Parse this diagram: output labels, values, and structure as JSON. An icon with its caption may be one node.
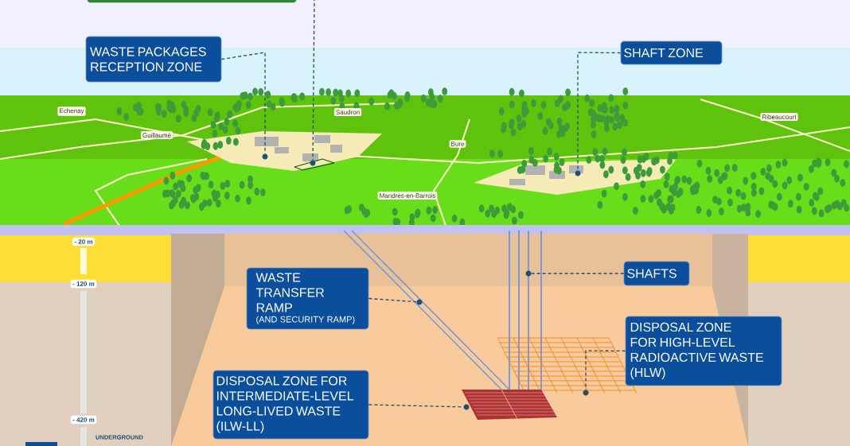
{
  "diagram": {
    "nodes": [
      {
        "text": [],
        "shape": "box"
      },
      {
        "text": [
          "WASTE PACKAGES RECEPTION ZONE"
        ]
      },
      {
        "text": [],
        "shape": "circle"
      },
      {
        "text": [],
        "shape": "circle"
      },
      {
        "text": [
          "SHAFT ZONE"
        ]
      },
      {
        "text": [],
        "shape": "circle"
      },
      {
        "text": [
          "WASTE TRANSFER RAMP",
          "(AND SECURITY RAMP)"
        ]
      },
      {
        "text": [],
        "shape": "circle"
      },
      {
        "text": [
          "SHAFTS"
        ]
      },
      {
        "text": [],
        "shape": "circle"
      },
      {
        "text": [
          "DISPOSAL ZONE FOR HIGH-LEVEL RADIOACTIVE WASTE (HLW)"
        ]
      },
      {
        "text": [],
        "shape": "circle"
      },
      {
        "text": [
          "DISPOSAL ZONE FOR INTERMEDIATE-LEVEL LONG-LIVED WASTE (ILW-LL)"
        ]
      },
      {
        "text": [],
        "shape": "circle"
      }
    ],
    "edges": [
      {
        "from": 1,
        "to": 2,
        "arrow": "none",
        "style": "dashed"
      },
      {
        "from": null,
        "to": 3,
        "arrow": "none",
        "style": "dashed"
      },
      {
        "from": 4,
        "to": 5,
        "arrow": "none",
        "style": "dashed"
      },
      {
        "from": 6,
        "to": 7,
        "arrow": "none",
        "style": "dashed"
      },
      {
        "from": 8,
        "to": 9,
        "arrow": "none",
        "style": "dashed"
      },
      {
        "from": 10,
        "to": 11,
        "arrow": "none",
        "style": "dashed"
      },
      {
        "from": 12,
        "to": 13,
        "arrow": "none",
        "style": "dashed"
      }
    ],
    "labels": [
      "Echenay",
      "Guillaumé",
      "Saudron",
      "Bure",
      "Mandres-en-Barrois",
      "Ribeaucourt",
      "- 20 m",
      "- 120 m",
      "- 420 m",
      "UNDERGROUND"
    ]
  }
}
